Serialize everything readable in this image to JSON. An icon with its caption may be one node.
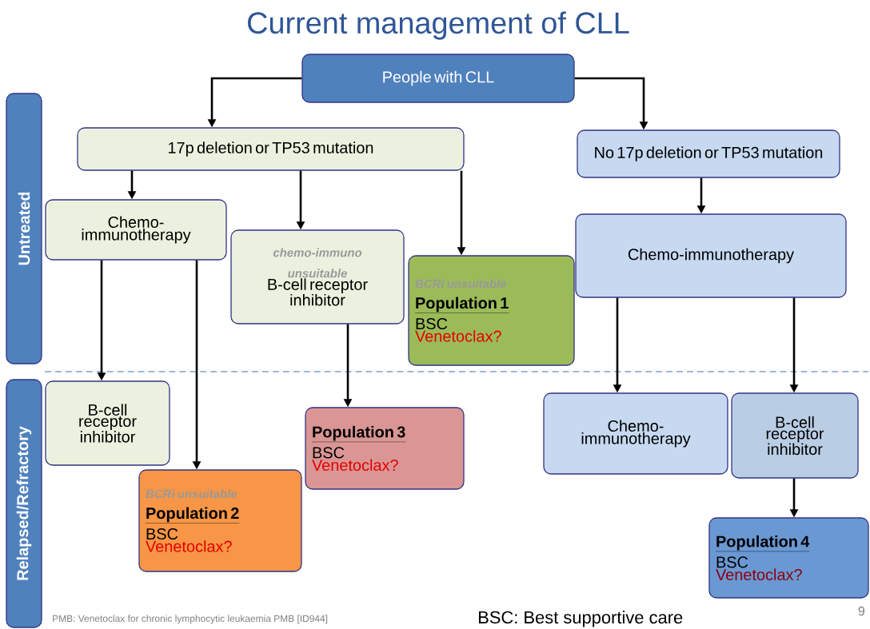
{
  "diagram": {
    "title": "Current management of CLL",
    "nodes": [
      {
        "text": [
          "People with CLL"
        ]
      },
      {
        "text": [
          "17p deletion or TP53 mutation"
        ]
      },
      {
        "text": [
          "No 17p deletion or TP53 mutation"
        ]
      },
      {
        "text": [
          "Chemo-immunotherapy"
        ]
      },
      {
        "text": [
          "chemo-immuno unsuitable",
          "B-cell receptor inhibitor"
        ]
      },
      {
        "text": [
          "BCRi unsuitable",
          "Population 1",
          "BSC",
          "Venetoclax?"
        ]
      },
      {
        "text": [
          "Chemo-immunotherapy"
        ]
      },
      {
        "text": [
          "B-cell receptor inhibitor"
        ]
      },
      {
        "text": [
          "BCRi unsuitable",
          "Population 2",
          "BSC",
          "Venetoclax?"
        ]
      },
      {
        "text": [
          "Population 3",
          "BSC",
          "Venetoclax?"
        ]
      },
      {
        "text": [
          "Chemo-immunotherapy"
        ]
      },
      {
        "text": [
          "B-cell receptor inhibitor"
        ]
      },
      {
        "text": [
          "Population 4",
          "BSC",
          "Venetoclax?"
        ]
      },
      {
        "text": [
          "Untreated"
        ]
      },
      {
        "text": [
          "Relapsed/Refractory"
        ]
      }
    ],
    "edges": [
      {
        "from": 0,
        "to": 1,
        "arrow": "to"
      },
      {
        "from": 0,
        "to": 2,
        "arrow": "to"
      },
      {
        "from": 1,
        "to": 3,
        "arrow": "to"
      },
      {
        "from": 1,
        "to": 4,
        "arrow": "to"
      },
      {
        "from": 1,
        "to": 5,
        "arrow": "to"
      },
      {
        "from": 2,
        "to": 6,
        "arrow": "to"
      },
      {
        "from": 3,
        "to": 7,
        "arrow": "to"
      },
      {
        "from": 3,
        "to": 8,
        "arrow": "to"
      },
      {
        "from": 4,
        "to": 9,
        "arrow": "to"
      },
      {
        "from": 6,
        "to": 10,
        "arrow": "to"
      },
      {
        "from": 6,
        "to": 11,
        "arrow": "to"
      },
      {
        "from": 11,
        "to": 12,
        "arrow": "to"
      }
    ],
    "labels": [
      "PMB: Venetoclax for chronic lymphocytic leukaemia PMB [ID944]",
      "BSC: Best supportive care",
      "9"
    ]
  }
}
